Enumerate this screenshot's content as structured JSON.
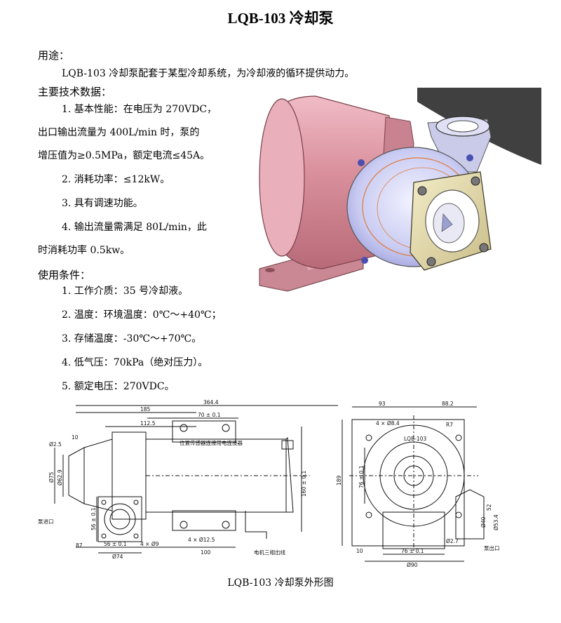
{
  "title": "LQB-103 冷却泵",
  "usage": {
    "heading": "用途：",
    "text": "LQB-103 冷却泵配套于某型冷却系统，为冷却液的循环提供动力。"
  },
  "specs": {
    "heading": "主要技术数据：",
    "items": [
      {
        "line1": "1.  基本性能：在电压为 270VDC，",
        "line2": "出口输出流量为 400L/min 时，泵的",
        "line3": "增压值为≥0.5MPa，额定电流≤45A。"
      },
      {
        "line1": "2.  消耗功率：≤12kW。"
      },
      {
        "line1": "3.  具有调速功能。"
      },
      {
        "line1": "4.  输出流量需满足 80L/min，此",
        "line2": "时消耗功率 0.5kw。"
      }
    ]
  },
  "conditions": {
    "heading": "使用条件：",
    "items": [
      "1.  工作介质：35 号冷却液。",
      "2.  温度：环境温度：0℃～+40℃；",
      "3.  存储温度：-30℃～+70℃。",
      "4.  低气压：70kPa（绝对压力）。",
      "5.  额定电压：270VDC。"
    ]
  },
  "drawing": {
    "dims": {
      "d364": "364.4",
      "d185": "185",
      "d70": "70 ± 0.1",
      "d112": "112.5",
      "d10": "10",
      "d25": "Ø2.5",
      "d75": "Ø75",
      "d62": "Ø62.9",
      "d56v": "56 ± 0.1",
      "d87": "87",
      "d56h": "56 ± 0.1",
      "d74": "Ø74",
      "d9": "4 × Ø9",
      "d125": "4 × Ø12.5",
      "d100": "100",
      "d160": "160 ± 0.1",
      "d93": "93",
      "d88": "88.2",
      "d84": "4 × Ø8.4",
      "dR7": "R7",
      "d189": "189",
      "d76v": "76 ± 0.1",
      "d76h": "76 ± 0.1",
      "d90": "Ø90",
      "d10b": "10",
      "d52": "52",
      "d40": "Ø40",
      "d534": "Ø53.4",
      "d27": "Ø2.7"
    },
    "labels": {
      "sensor": "位置传感器连接用电连接器",
      "inlet": "泵进口",
      "motor": "电机三相出线",
      "outlet": "泵出口",
      "plate": "LQB-103"
    }
  },
  "caption": "LQB-103 冷却泵外形图"
}
